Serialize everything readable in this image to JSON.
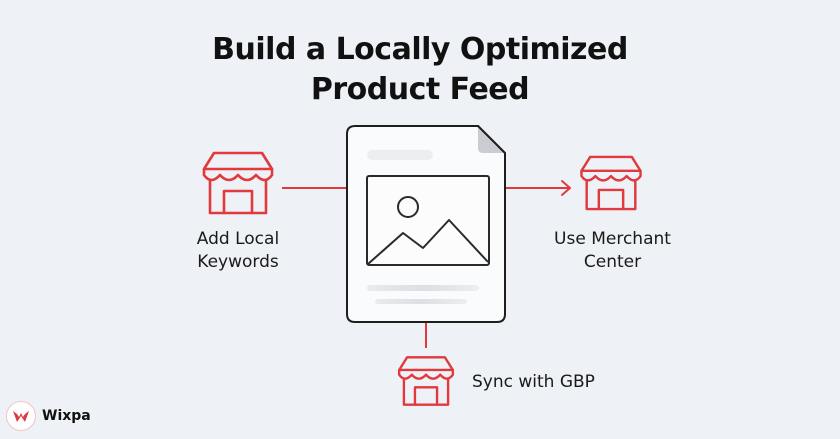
{
  "title": {
    "line1": "Build a Locally Optimized",
    "line2": "Product Feed"
  },
  "nodes": [
    {
      "id": "add-local-keywords",
      "label_line1": "Add Local",
      "label_line2": "Keywords",
      "icon": "storefront-icon"
    },
    {
      "id": "use-merchant-center",
      "label_line1": "Use Merchant",
      "label_line2": "Center",
      "icon": "storefront-icon"
    },
    {
      "id": "sync-with-gbp",
      "label": "Sync with GBP",
      "icon": "storefront-icon"
    }
  ],
  "center": {
    "icon": "product-feed-document-icon",
    "image_icon": "image-icon"
  },
  "brand": {
    "name": "Wixpa",
    "logo": "w-logo-icon"
  },
  "colors": {
    "background": "#eef1f5",
    "accent": "#e0393e",
    "outline": "#222222",
    "text": "#111111"
  }
}
